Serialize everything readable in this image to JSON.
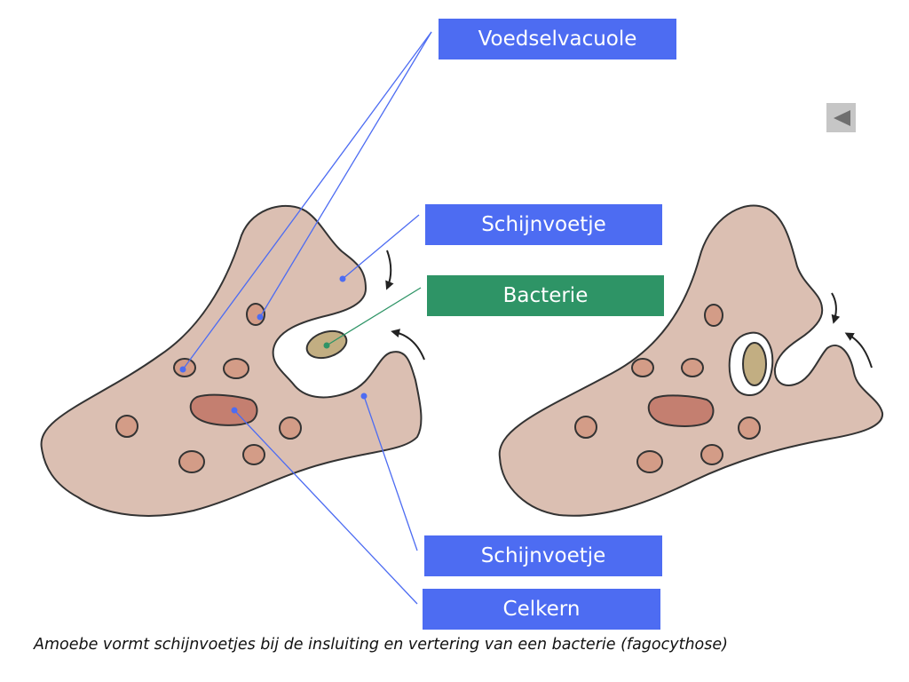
{
  "labels": {
    "food_vacuole": "Voedselvacuole",
    "pseudopod_top": "Schijnvoetje",
    "bacterium": "Bacterie",
    "pseudopod_bottom": "Schijnvoetje",
    "nucleus": "Celkern"
  },
  "caption": "Amoebe vormt schijnvoetjes bij de insluiting en vertering van een bacterie (fagocythose)",
  "navigation": {
    "back_icon": "back-triangle-icon"
  },
  "colors": {
    "label_blue": "#4d6cf2",
    "label_green": "#2e9466",
    "cell_fill": "#dbbfb2",
    "vacuole_fill": "#d39c87",
    "nucleus_fill": "#c47f70",
    "bacterium_fill": "#c2ae82",
    "outline": "#333333",
    "pointer_blue": "#4d6cf2",
    "pointer_green": "#2e9466"
  }
}
